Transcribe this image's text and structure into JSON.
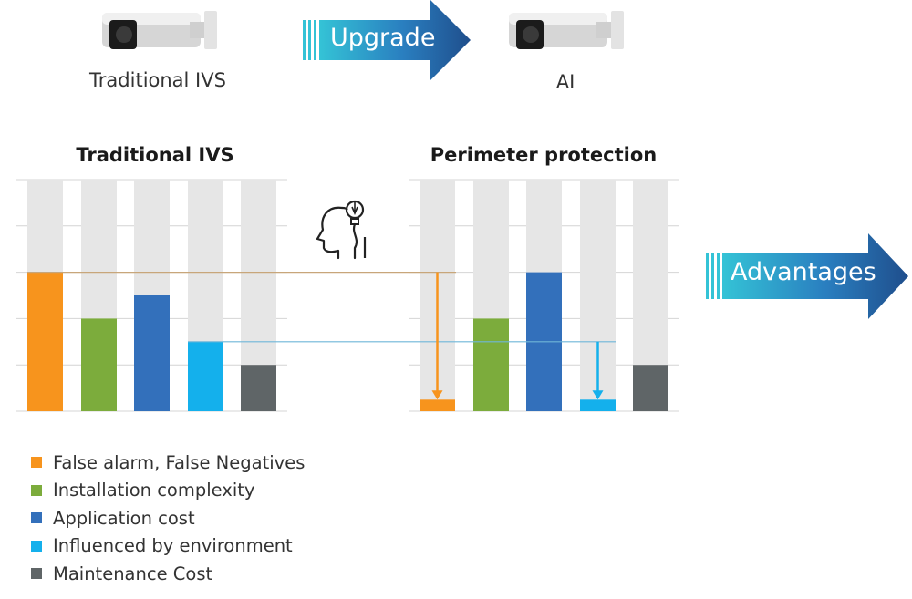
{
  "header": {
    "left_camera_label": "Traditional IVS",
    "right_camera_label": "AI",
    "upgrade_label": "Upgrade",
    "advantages_label": "Advantages"
  },
  "colors": {
    "false_alarm": "#f7941d",
    "installation": "#7cac3c",
    "application": "#3370bb",
    "environment": "#14b0ec",
    "maintenance": "#5f6567",
    "track": "#e6e6e6",
    "arrow_dark": "#1f4e8c",
    "arrow_light": "#34c3d6"
  },
  "legend": [
    {
      "label": "False alarm, False Negatives",
      "color": "#f7941d"
    },
    {
      "label": "Installation complexity",
      "color": "#7cac3c"
    },
    {
      "label": "Application cost",
      "color": "#3370bb"
    },
    {
      "label": "Influenced by environment",
      "color": "#14b0ec"
    },
    {
      "label": "Maintenance Cost",
      "color": "#5f6567"
    }
  ],
  "chart_data": [
    {
      "type": "bar",
      "title": "Traditional IVS",
      "categories": [
        "False alarm, False Negatives",
        "Installation complexity",
        "Application cost",
        "Influenced by environment",
        "Maintenance Cost"
      ],
      "values": [
        3,
        2,
        2.5,
        1.5,
        1
      ],
      "ylim": [
        0,
        5
      ],
      "grid": true,
      "legend_position": "bottom-left"
    },
    {
      "type": "bar",
      "title": "Perimeter protection",
      "categories": [
        "False alarm, False Negatives",
        "Installation complexity",
        "Application cost",
        "Influenced by environment",
        "Maintenance Cost"
      ],
      "values": [
        0.25,
        2,
        3,
        0.25,
        1
      ],
      "ylim": [
        0,
        5
      ],
      "grid": true,
      "legend_position": "bottom-left"
    }
  ]
}
